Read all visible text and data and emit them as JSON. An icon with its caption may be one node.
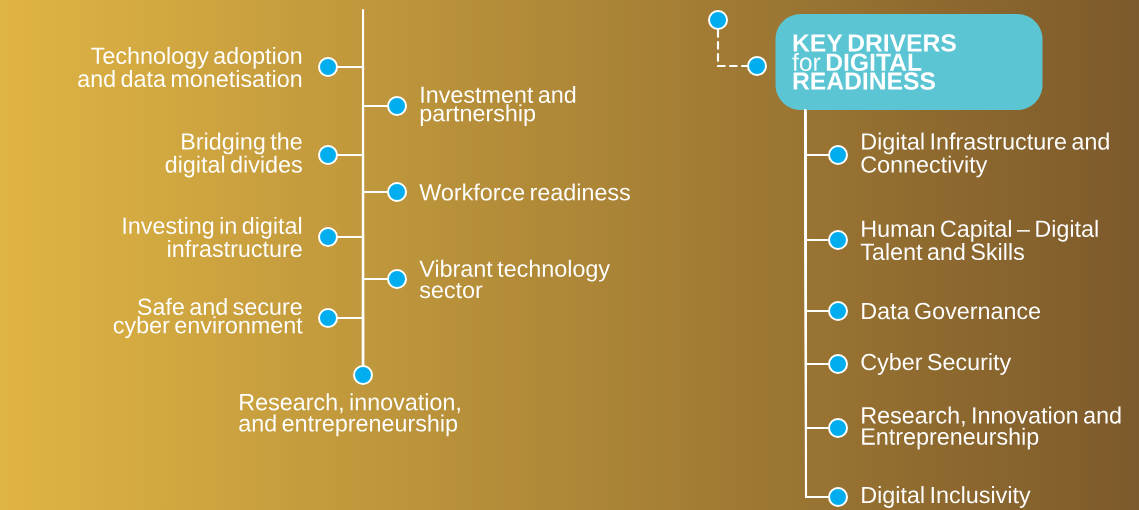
{
  "diagram": {
    "nodes": [
      {
        "text": [
          "Technology adoption and data monetisation"
        ]
      },
      {
        "text": [
          "Investment and partnership"
        ]
      },
      {
        "text": [
          "Bridging the digital divides"
        ]
      },
      {
        "text": [
          "Workforce readiness"
        ]
      },
      {
        "text": [
          "Investing in digital infrastructure"
        ]
      },
      {
        "text": [
          "Vibrant technology sector"
        ]
      },
      {
        "text": [
          "Safe and secure cyber environment"
        ]
      },
      {
        "text": [
          "Research, innovation, and entrepreneurship"
        ]
      },
      {
        "text": [],
        "shape": "circle"
      },
      {
        "text": [],
        "shape": "circle"
      },
      {
        "text": [
          "**KEY DRIVERS** for **DIGITAL READINESS**"
        ]
      },
      {
        "text": [
          "Digital Infrastructure and Connectivity"
        ]
      },
      {
        "text": [
          "Human Capital – Digital Talent and Skills"
        ]
      },
      {
        "text": [
          "Data Governance"
        ]
      },
      {
        "text": [
          "Cyber Security"
        ]
      },
      {
        "text": [
          "Research, Innovation and Entrepreneurship"
        ]
      },
      {
        "text": [
          "Digital Inclusivity"
        ]
      }
    ],
    "edges": [
      {
        "from": 7,
        "to": 0,
        "arrow": "none"
      },
      {
        "from": 7,
        "to": 1,
        "arrow": "none"
      },
      {
        "from": 7,
        "to": 2,
        "arrow": "none"
      },
      {
        "from": 7,
        "to": 3,
        "arrow": "none"
      },
      {
        "from": 7,
        "to": 4,
        "arrow": "none"
      },
      {
        "from": 7,
        "to": 5,
        "arrow": "none"
      },
      {
        "from": 7,
        "to": 6,
        "arrow": "none"
      },
      {
        "from": 8,
        "to": 9,
        "arrow": "none",
        "style": "dashed"
      },
      {
        "from": 10,
        "to": 11,
        "arrow": "none"
      },
      {
        "from": 10,
        "to": 12,
        "arrow": "none"
      },
      {
        "from": 10,
        "to": 13,
        "arrow": "none"
      },
      {
        "from": 10,
        "to": 14,
        "arrow": "none"
      },
      {
        "from": 10,
        "to": 15,
        "arrow": "none"
      },
      {
        "from": 10,
        "to": 16,
        "arrow": "none"
      }
    ]
  }
}
